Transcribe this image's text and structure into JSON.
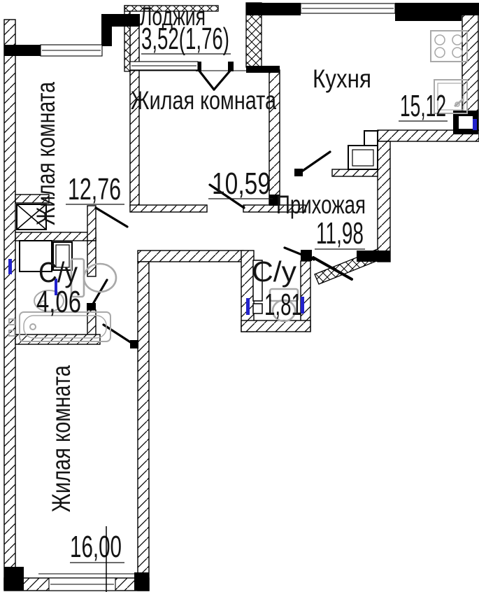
{
  "plan": {
    "type": "apartment-floor-plan",
    "language": "ru",
    "rooms": {
      "loggia": {
        "label": "Лоджия",
        "area": "3,52(1,76)"
      },
      "living_top": {
        "label": "Жилая комната",
        "area": "10,59"
      },
      "kitchen": {
        "label": "Кухня",
        "area": "15,12"
      },
      "living_left": {
        "label": "Жилая комната",
        "area": "12,76"
      },
      "hallway": {
        "label": "Прихожая",
        "area": "11,98"
      },
      "bathroom_main": {
        "label": "С/у",
        "area": "4,06"
      },
      "bathroom_small": {
        "label": "С/у",
        "area": "1,81"
      },
      "living_bottom": {
        "label": "Жилая комната",
        "area": "16,00"
      }
    },
    "colors": {
      "walls": "#000000",
      "fixtures": "#a9a9a9",
      "plumbing_accent": "#2222cc",
      "background": "#ffffff"
    }
  }
}
